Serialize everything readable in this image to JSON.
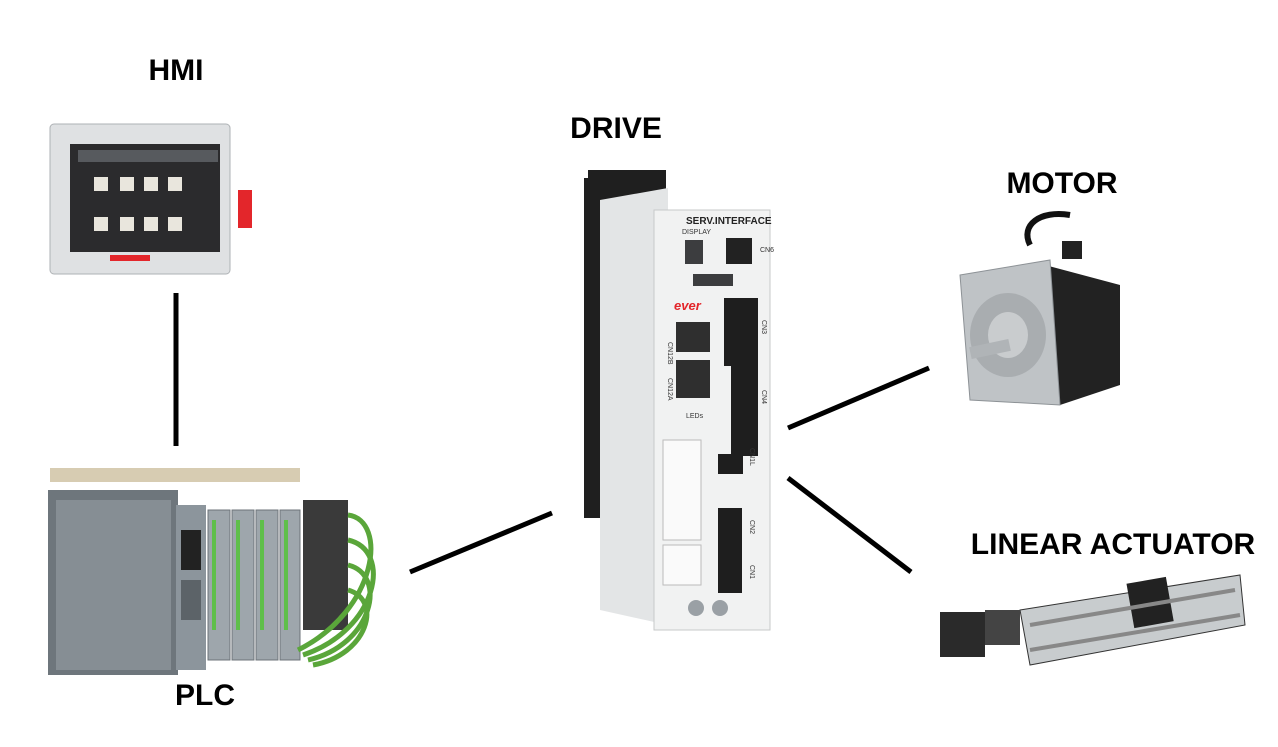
{
  "labels": {
    "hmi": "HMI",
    "plc": "PLC",
    "drive": "DRIVE",
    "motor": "MOTOR",
    "linear_actuator": "LINEAR ACTUATOR"
  },
  "drive_panel": {
    "display": "DISPLAY",
    "serv_interface": "SERV.INTERFACE",
    "cn6": "CN6",
    "cn3": "CN3",
    "cn4": "CN4",
    "cn1l": "CN1L",
    "cn2": "CN2",
    "cn1": "CN1",
    "cn12b": "CN12B",
    "cn12a": "CN12A",
    "leds": "LEDs",
    "brand": "ever"
  },
  "colors": {
    "line": "#000000",
    "brand_red": "#e3262b",
    "cable_green": "#5aa63a",
    "device_grey": "#d9dadb"
  }
}
